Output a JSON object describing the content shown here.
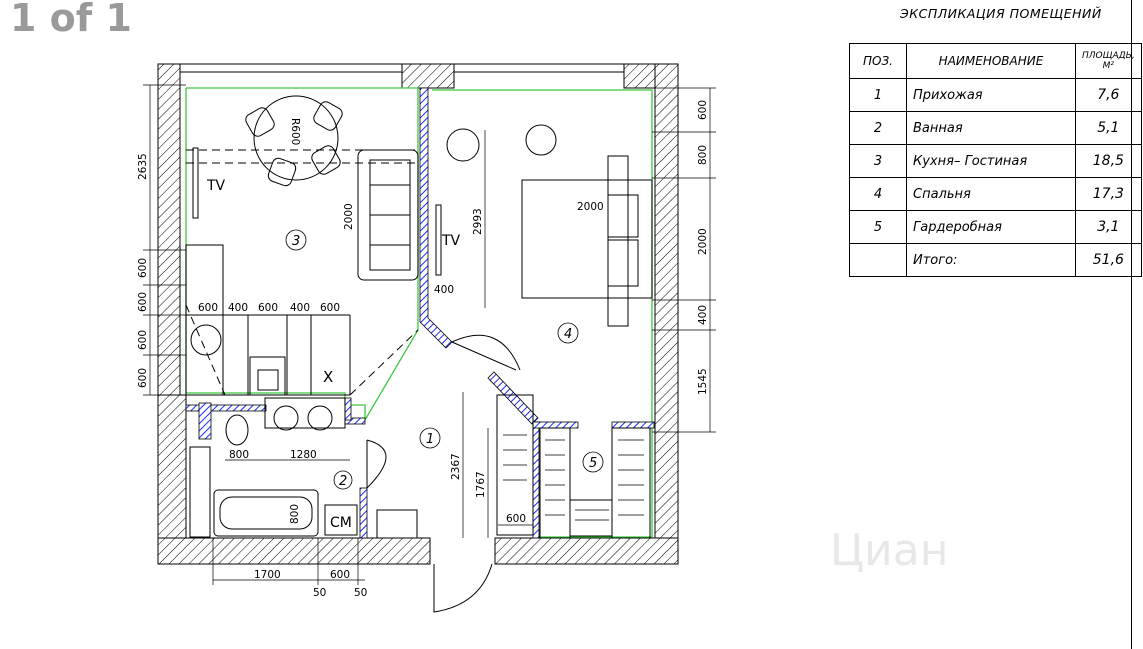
{
  "page_counter": "1 of 1",
  "schedule": {
    "title": "ЭКСПЛИКАЦИЯ ПОМЕЩЕНИЙ",
    "headers": {
      "pos": "ПОЗ.",
      "name": "НАИМЕНОВАНИЕ",
      "area": "ПЛОЩАДЬ,",
      "area_unit": "М²"
    },
    "rows": [
      {
        "pos": "1",
        "name": "Прихожая",
        "area": "7,6"
      },
      {
        "pos": "2",
        "name": "Ванная",
        "area": "5,1"
      },
      {
        "pos": "3",
        "name": "Кухня– Гостиная",
        "area": "18,5"
      },
      {
        "pos": "4",
        "name": "Спальня",
        "area": "17,3"
      },
      {
        "pos": "5",
        "name": "Гардеробная",
        "area": "3,1"
      },
      {
        "pos": "",
        "name": "Итого:",
        "area": "51,6"
      }
    ]
  },
  "plan": {
    "room_numbers": {
      "r1": "1",
      "r2": "2",
      "r3": "3",
      "r4": "4",
      "r5": "5"
    },
    "labels": {
      "tv1": "TV",
      "tv2": "TV",
      "sm": "СМ",
      "x": "X",
      "r600": "R600",
      "watermark": "Циан"
    },
    "dimensions": {
      "left_2635": "2635",
      "left_600a": "600",
      "left_600b": "600",
      "left_600c": "600",
      "left_600d": "600",
      "right_600": "600",
      "right_800": "800",
      "right_2000": "2000",
      "right_400": "400",
      "right_1545": "1545",
      "sofa_2000": "2000",
      "v_2993": "2993",
      "bed_2000": "2000",
      "w_400": "400",
      "k_600a": "600",
      "k_400a": "400",
      "k_600b": "600",
      "k_400b": "400",
      "k_600c": "600",
      "b_800": "800",
      "b_1280": "1280",
      "tub_800": "800",
      "v_2367": "2367",
      "v_1767": "1767",
      "w_600": "600",
      "bot_1700": "1700",
      "bot_600": "600",
      "bot_50a": "50",
      "bot_50b": "50"
    }
  }
}
